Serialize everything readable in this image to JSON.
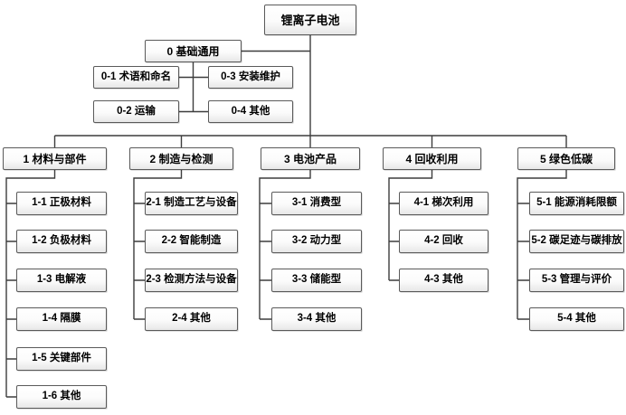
{
  "diagram": {
    "root_label": "锂离子电池",
    "base": {
      "label": "0 基础通用",
      "children": [
        "0-1 术语和命名",
        "0-2 运输",
        "0-3 安装维护",
        "0-4 其他"
      ]
    },
    "branches": [
      {
        "label": "1 材料与部件",
        "children": [
          "1-1 正极材料",
          "1-2 负极材料",
          "1-3 电解液",
          "1-4 隔膜",
          "1-5 关键部件",
          "1-6 其他"
        ]
      },
      {
        "label": "2 制造与检测",
        "children": [
          "2-1 制造工艺与设备",
          "2-2 智能制造",
          "2-3 检测方法与设备",
          "2-4 其他"
        ]
      },
      {
        "label": "3 电池产品",
        "children": [
          "3-1 消费型",
          "3-2 动力型",
          "3-3 储能型",
          "3-4 其他"
        ]
      },
      {
        "label": "4 回收利用",
        "children": [
          "4-1 梯次利用",
          "4-2 回收",
          "4-3 其他"
        ]
      },
      {
        "label": "5 绿色低碳",
        "children": [
          "5-1 能源消耗限额",
          "5-2 碳足迹与碳排放",
          "5-3 管理与评价",
          "5-4 其他"
        ]
      }
    ],
    "colors": {
      "box_border": "#5a5a5a",
      "box_fill_top": "#ffffff",
      "box_fill_bottom": "#e7e7e7",
      "connector_line": "#3d3d3d",
      "text": "#000000",
      "background": "#ffffff"
    }
  }
}
